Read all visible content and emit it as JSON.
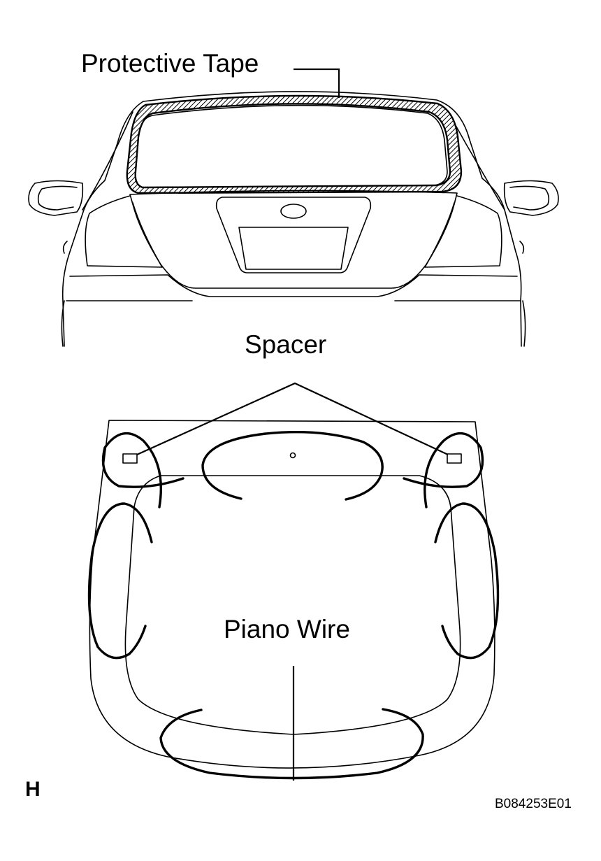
{
  "labels": {
    "protective_tape": "Protective Tape",
    "spacer": "Spacer",
    "piano_wire": "Piano Wire",
    "view_letter": "H",
    "figure_code": "B084253E01"
  }
}
